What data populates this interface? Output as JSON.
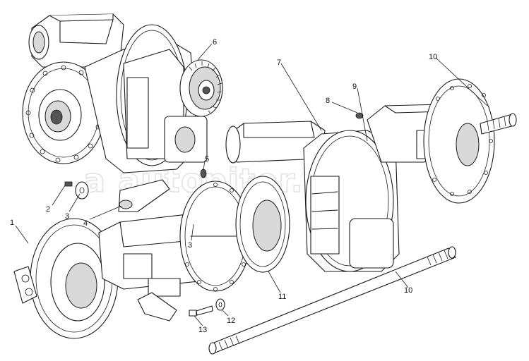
{
  "watermark": "a autopiter.ru",
  "callouts": [
    {
      "id": "c1",
      "text": "1"
    },
    {
      "id": "c2",
      "text": "2"
    },
    {
      "id": "c3a",
      "text": "3"
    },
    {
      "id": "c3b",
      "text": "3"
    },
    {
      "id": "c4",
      "text": "4"
    },
    {
      "id": "c5",
      "text": "5"
    },
    {
      "id": "c6",
      "text": "6"
    },
    {
      "id": "c7",
      "text": "7"
    },
    {
      "id": "c8",
      "text": "8"
    },
    {
      "id": "c9",
      "text": "9"
    },
    {
      "id": "c10a",
      "text": "10"
    },
    {
      "id": "c10b",
      "text": "10"
    },
    {
      "id": "c11",
      "text": "11"
    },
    {
      "id": "c12",
      "text": "12"
    },
    {
      "id": "c13",
      "text": "13"
    }
  ]
}
